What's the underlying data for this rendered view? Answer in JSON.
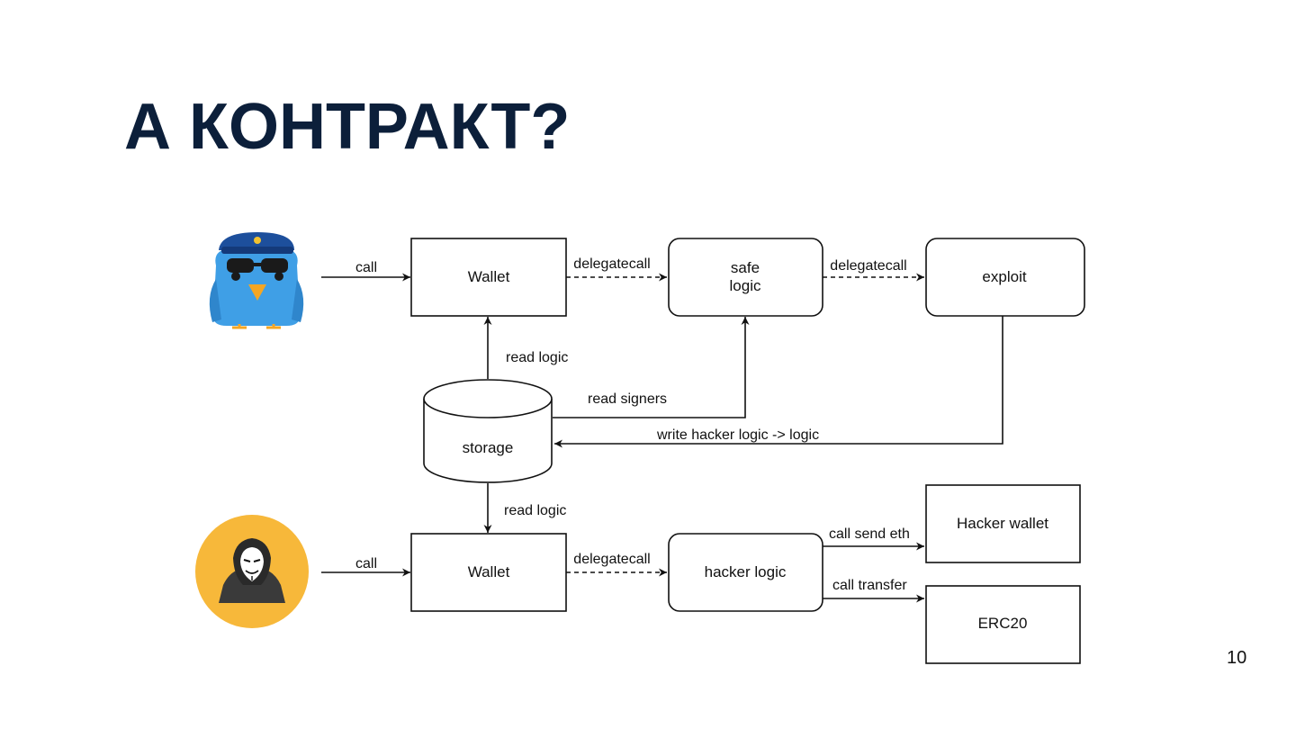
{
  "slide": {
    "title": "А КОНТРАКТ?",
    "page_number": "10"
  },
  "diagram": {
    "nodes": {
      "wallet_top": "Wallet",
      "safe_logic_line1": "safe",
      "safe_logic_line2": "logic",
      "exploit": "exploit",
      "storage": "storage",
      "wallet_bottom": "Wallet",
      "hacker_logic": "hacker logic",
      "hacker_wallet": "Hacker wallet",
      "erc20": "ERC20"
    },
    "edges": {
      "call_top": "call",
      "delegatecall_1": "delegatecall",
      "delegatecall_2": "delegatecall",
      "read_logic_top": "read logic",
      "read_signers": "read signers",
      "write_hacker_logic": "write hacker logic -> logic",
      "read_logic_bottom": "read logic",
      "call_bottom": "call",
      "delegatecall_3": "delegatecall",
      "call_send_eth": "call send eth",
      "call_transfer": "call transfer"
    },
    "icons": {
      "top_actor": "police-bird-icon",
      "bottom_actor": "hacker-icon"
    },
    "colors": {
      "title": "#0c1f3a",
      "bird_blue": "#3f9fe6",
      "hacker_bg": "#f7b83a"
    }
  }
}
